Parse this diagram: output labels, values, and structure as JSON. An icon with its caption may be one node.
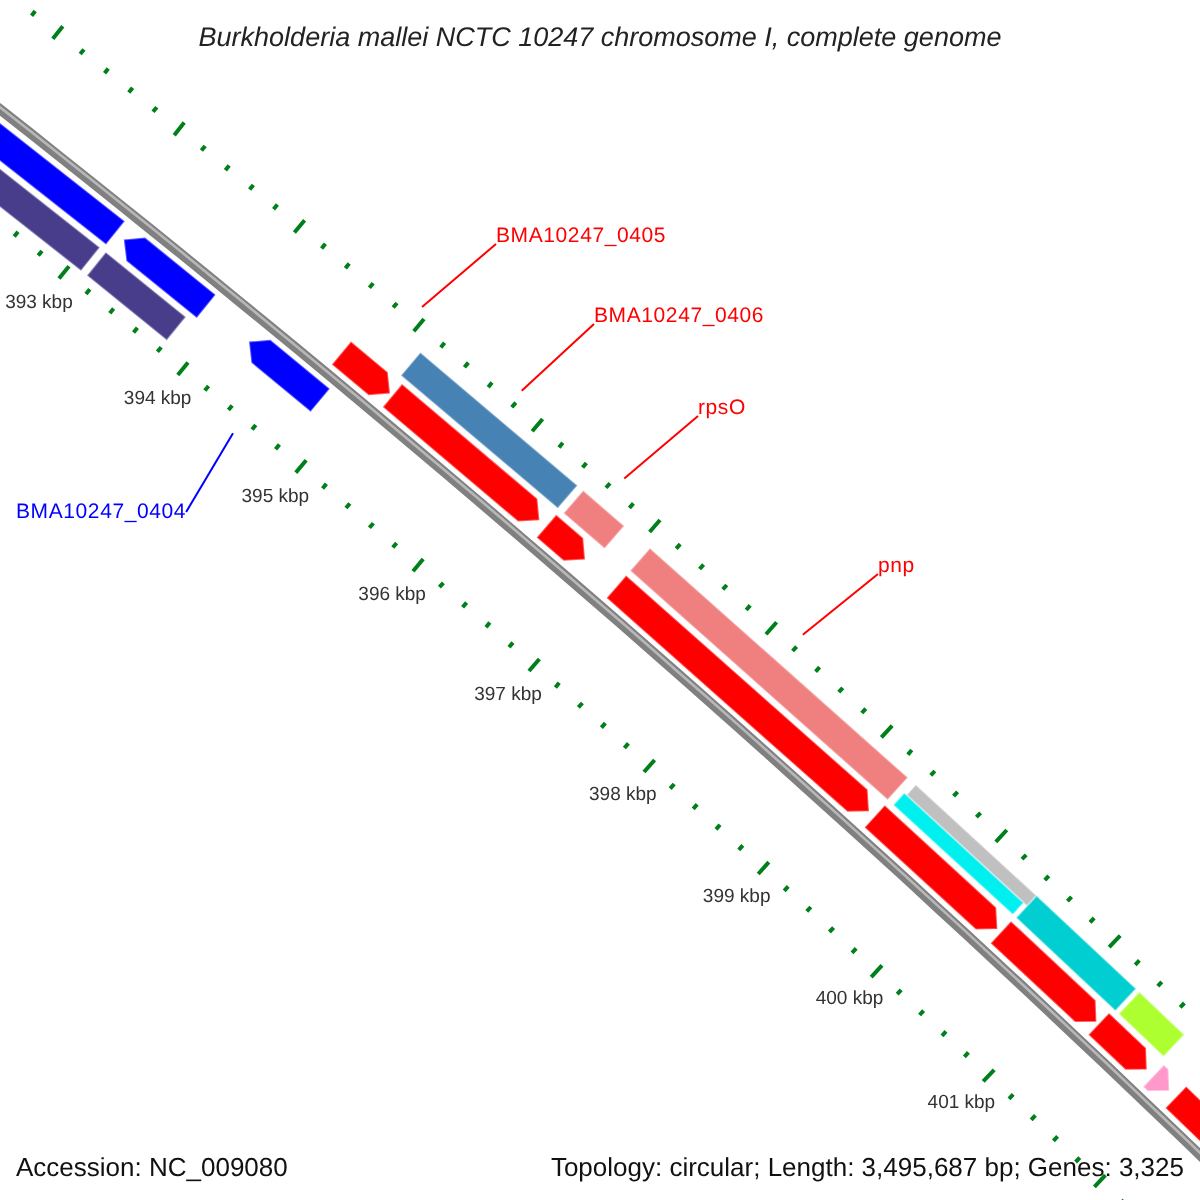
{
  "diagram": {
    "title": "Burkholderia mallei NCTC 10247 chromosome I, complete genome",
    "nodes": [
      {
        "text": [
          "BMA10247_0405"
        ]
      },
      {
        "text": [
          "BMA10247_0406"
        ]
      },
      {
        "text": [
          "rpsO"
        ]
      },
      {
        "text": [
          "BMA10247_0404"
        ]
      },
      {
        "text": [
          "pnp"
        ]
      }
    ],
    "edges": [
      {
        "from": 0,
        "to": null,
        "arrow": "none"
      },
      {
        "from": 1,
        "to": null,
        "arrow": "none"
      },
      {
        "from": 2,
        "to": null,
        "arrow": "none"
      },
      {
        "from": 3,
        "to": null,
        "arrow": "none",
        "color": "#0000ff"
      },
      {
        "from": 4,
        "to": null,
        "arrow": "none"
      }
    ],
    "labels": [
      "393 kbp",
      "394 kbp",
      "395 kbp",
      "396 kbp",
      "397 kbp",
      "398 kbp",
      "399 kbp",
      "400 kbp",
      "401 kbp",
      "Accession: NC_009080",
      "Topology: circular; Length: 3,495,687 bp; Genes: 3,325"
    ]
  }
}
